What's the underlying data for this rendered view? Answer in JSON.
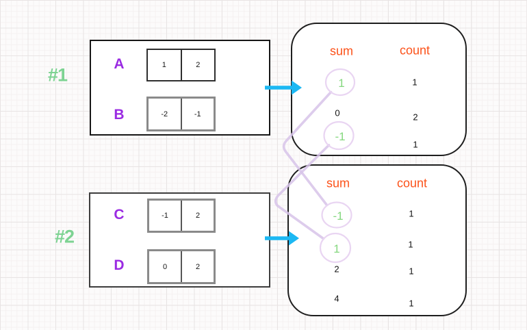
{
  "groups": [
    {
      "label": "#1",
      "arrays": [
        {
          "name": "A",
          "values": [
            "1",
            "2"
          ]
        },
        {
          "name": "B",
          "values": [
            "-2",
            "-1"
          ]
        }
      ]
    },
    {
      "label": "#2",
      "arrays": [
        {
          "name": "C",
          "values": [
            "-1",
            "2"
          ]
        },
        {
          "name": "D",
          "values": [
            "0",
            "2"
          ]
        }
      ]
    }
  ],
  "tables": [
    {
      "sum_header": "sum",
      "count_header": "count",
      "rows": [
        {
          "sum": "1",
          "count": "1",
          "circled": true
        },
        {
          "sum": "0",
          "count": "2",
          "circled": false
        },
        {
          "sum": "-1",
          "count": "1",
          "circled": true
        }
      ]
    },
    {
      "sum_header": "sum",
      "count_header": "count",
      "rows": [
        {
          "sum": "-1",
          "count": "1",
          "circled": true
        },
        {
          "sum": "1",
          "count": "1",
          "circled": true
        },
        {
          "sum": "2",
          "count": "1",
          "circled": false
        },
        {
          "sum": "4",
          "count": "1",
          "circled": false
        }
      ]
    }
  ],
  "connections": [
    {
      "from": "table1 sum 1",
      "to": "table2 sum -1"
    },
    {
      "from": "table1 sum -1",
      "to": "table2 sum 1"
    }
  ],
  "icons": {
    "arrow1": "right-arrow",
    "arrow2": "right-arrow"
  },
  "colors": {
    "bg": "#fcfbfb",
    "grid-minor": "#f5f1f1",
    "grid-major": "#e8e4e4",
    "purple": "#9a2be2",
    "green-label": "#7dd392",
    "green-sum": "#84d77e",
    "orange": "#fc521a",
    "cyan": "#1cb8f3",
    "connector": "#d7c3e9",
    "circle": "#e9d5f2",
    "box-border": "#161616",
    "cell-dark": "#2e2e2e",
    "cell-gray": "#8a8a8a"
  }
}
